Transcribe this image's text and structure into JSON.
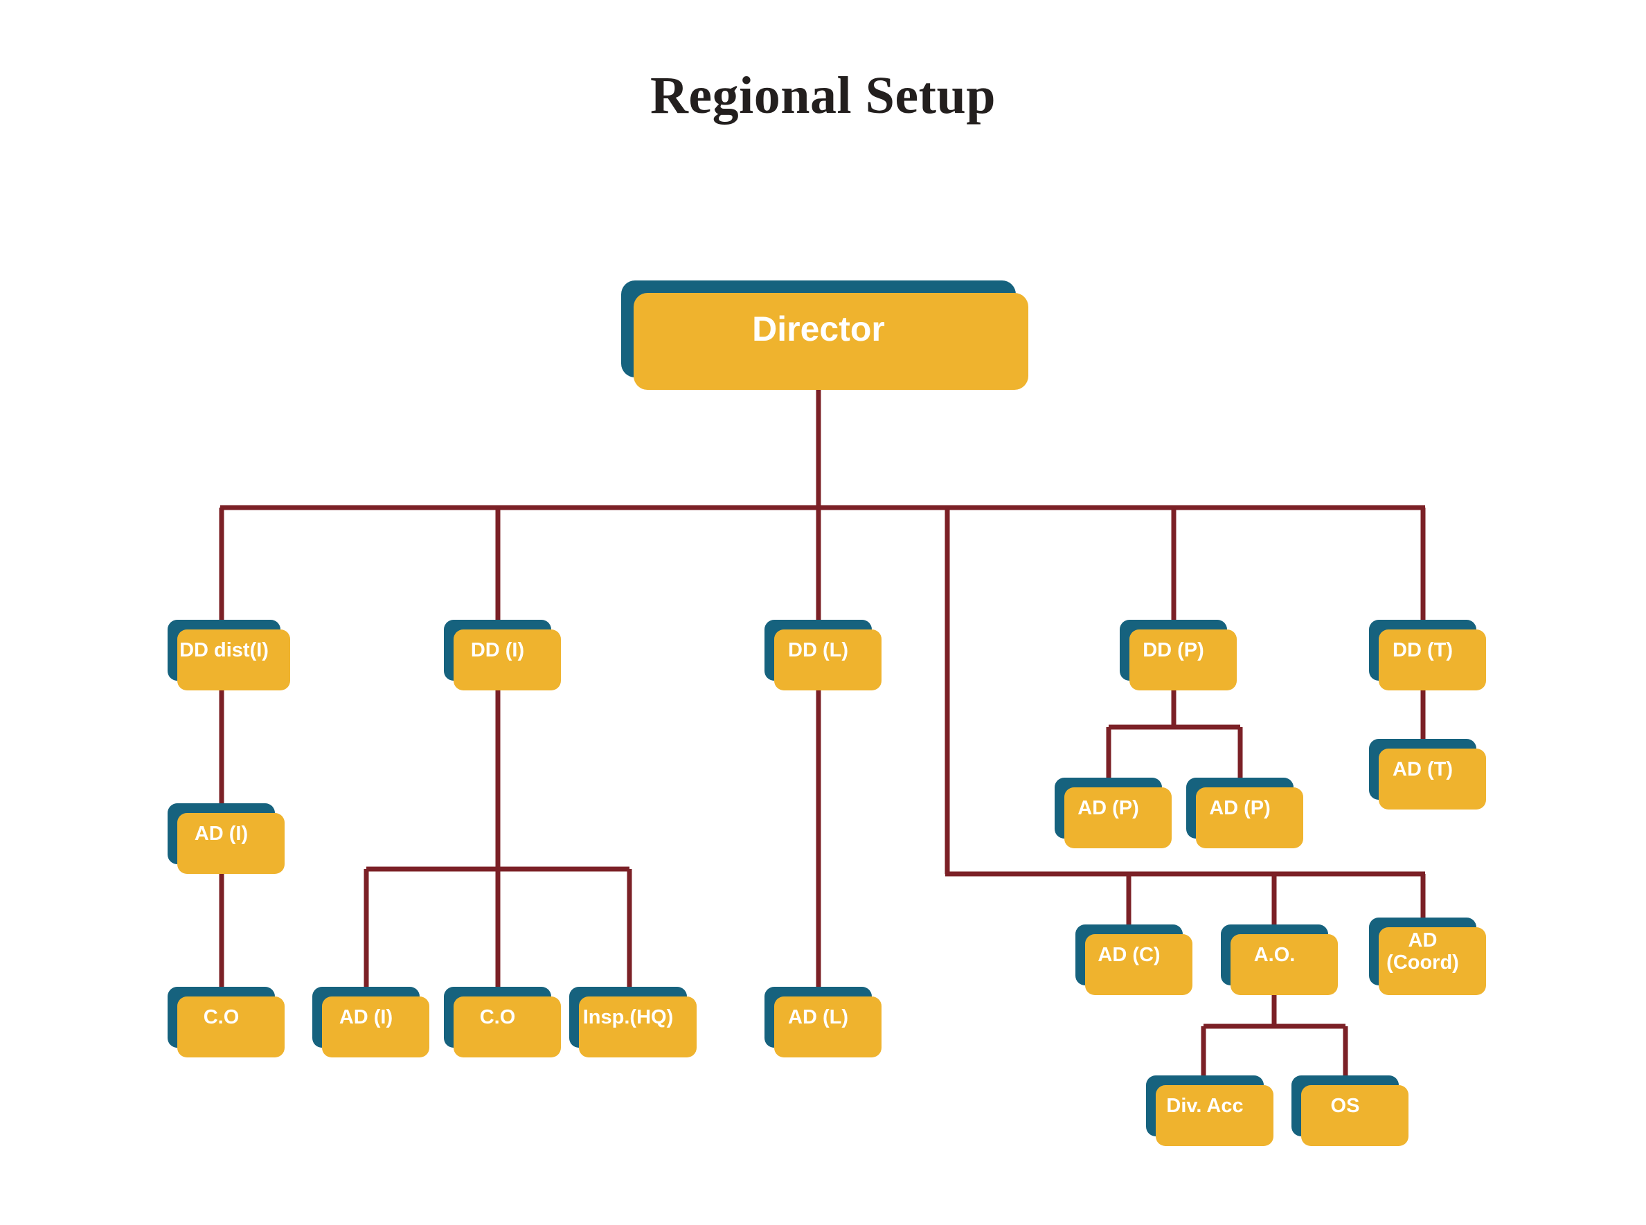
{
  "page": {
    "title": "Regional Setup",
    "background_color": "#ffffff",
    "title_color": "#231f1e"
  },
  "theme": {
    "node_fill": "#16627E",
    "node_shadow": "#EFB32E",
    "node_text": "#ffffff",
    "connector_color": "#7B2026"
  },
  "chart_data": {
    "type": "diagram",
    "diagram_kind": "organizational-chart",
    "title": "Regional Setup",
    "nodes": [
      {
        "id": "director",
        "label": "Director",
        "level": 1,
        "parent": null
      },
      {
        "id": "dd-dist-i",
        "label": "DD dist(I)",
        "level": 2,
        "parent": "director"
      },
      {
        "id": "dd-i",
        "label": "DD (I)",
        "level": 2,
        "parent": "director"
      },
      {
        "id": "dd-l",
        "label": "DD (L)",
        "level": 2,
        "parent": "director"
      },
      {
        "id": "dd-p",
        "label": "DD (P)",
        "level": 2,
        "parent": "director"
      },
      {
        "id": "dd-t",
        "label": "DD (T)",
        "level": 2,
        "parent": "director"
      },
      {
        "id": "ad-i-1",
        "label": "AD (I)",
        "level": 3,
        "parent": "dd-dist-i"
      },
      {
        "id": "co-1",
        "label": "C.O",
        "level": 4,
        "parent": "ad-i-1"
      },
      {
        "id": "ad-i-2",
        "label": "AD (I)",
        "level": 3,
        "parent": "dd-i"
      },
      {
        "id": "co-2",
        "label": "C.O",
        "level": 3,
        "parent": "dd-i"
      },
      {
        "id": "insp-hq",
        "label": "Insp.(HQ)",
        "level": 3,
        "parent": "dd-i"
      },
      {
        "id": "ad-l",
        "label": "AD (L)",
        "level": 3,
        "parent": "dd-l"
      },
      {
        "id": "ad-p-1",
        "label": "AD (P)",
        "level": 3,
        "parent": "dd-p"
      },
      {
        "id": "ad-p-2",
        "label": "AD (P)",
        "level": 3,
        "parent": "dd-p"
      },
      {
        "id": "ad-t",
        "label": "AD (T)",
        "level": 3,
        "parent": "dd-t"
      },
      {
        "id": "ad-c",
        "label": "AD (C)",
        "level": 3,
        "parent": "director"
      },
      {
        "id": "ao",
        "label": "A.O.",
        "level": 3,
        "parent": "director"
      },
      {
        "id": "ad-coord",
        "label": "AD\n(Coord)",
        "level": 3,
        "parent": "director"
      },
      {
        "id": "div-acc",
        "label": "Div. Acc",
        "level": 4,
        "parent": "ao"
      },
      {
        "id": "os",
        "label": "OS",
        "level": 4,
        "parent": "ao"
      }
    ],
    "edges": [
      [
        "director",
        "dd-dist-i"
      ],
      [
        "director",
        "dd-i"
      ],
      [
        "director",
        "dd-l"
      ],
      [
        "director",
        "dd-p"
      ],
      [
        "director",
        "dd-t"
      ],
      [
        "director",
        "ad-c"
      ],
      [
        "director",
        "ao"
      ],
      [
        "director",
        "ad-coord"
      ],
      [
        "dd-dist-i",
        "ad-i-1"
      ],
      [
        "ad-i-1",
        "co-1"
      ],
      [
        "dd-i",
        "ad-i-2"
      ],
      [
        "dd-i",
        "co-2"
      ],
      [
        "dd-i",
        "insp-hq"
      ],
      [
        "dd-l",
        "ad-l"
      ],
      [
        "dd-p",
        "ad-p-1"
      ],
      [
        "dd-p",
        "ad-p-2"
      ],
      [
        "dd-t",
        "ad-t"
      ],
      [
        "ao",
        "div-acc"
      ],
      [
        "ao",
        "os"
      ]
    ]
  },
  "nodes": {
    "director": {
      "label": "Director"
    },
    "dd_dist_i": {
      "label": "DD dist(I)"
    },
    "dd_i": {
      "label": "DD (I)"
    },
    "dd_l": {
      "label": "DD (L)"
    },
    "dd_p": {
      "label": "DD (P)"
    },
    "dd_t": {
      "label": "DD (T)"
    },
    "ad_i_1": {
      "label": "AD (I)"
    },
    "co_1": {
      "label": "C.O"
    },
    "ad_i_2": {
      "label": "AD (I)"
    },
    "co_2": {
      "label": "C.O"
    },
    "insp_hq": {
      "label": "Insp.(HQ)"
    },
    "ad_l": {
      "label": "AD (L)"
    },
    "ad_p_1": {
      "label": "AD (P)"
    },
    "ad_p_2": {
      "label": "AD (P)"
    },
    "ad_t": {
      "label": "AD (T)"
    },
    "ad_c": {
      "label": "AD (C)"
    },
    "ao": {
      "label": "A.O."
    },
    "ad_coord_line1": {
      "label": "AD"
    },
    "ad_coord_line2": {
      "label": "(Coord)"
    },
    "div_acc": {
      "label": "Div. Acc"
    },
    "os": {
      "label": "OS"
    }
  }
}
